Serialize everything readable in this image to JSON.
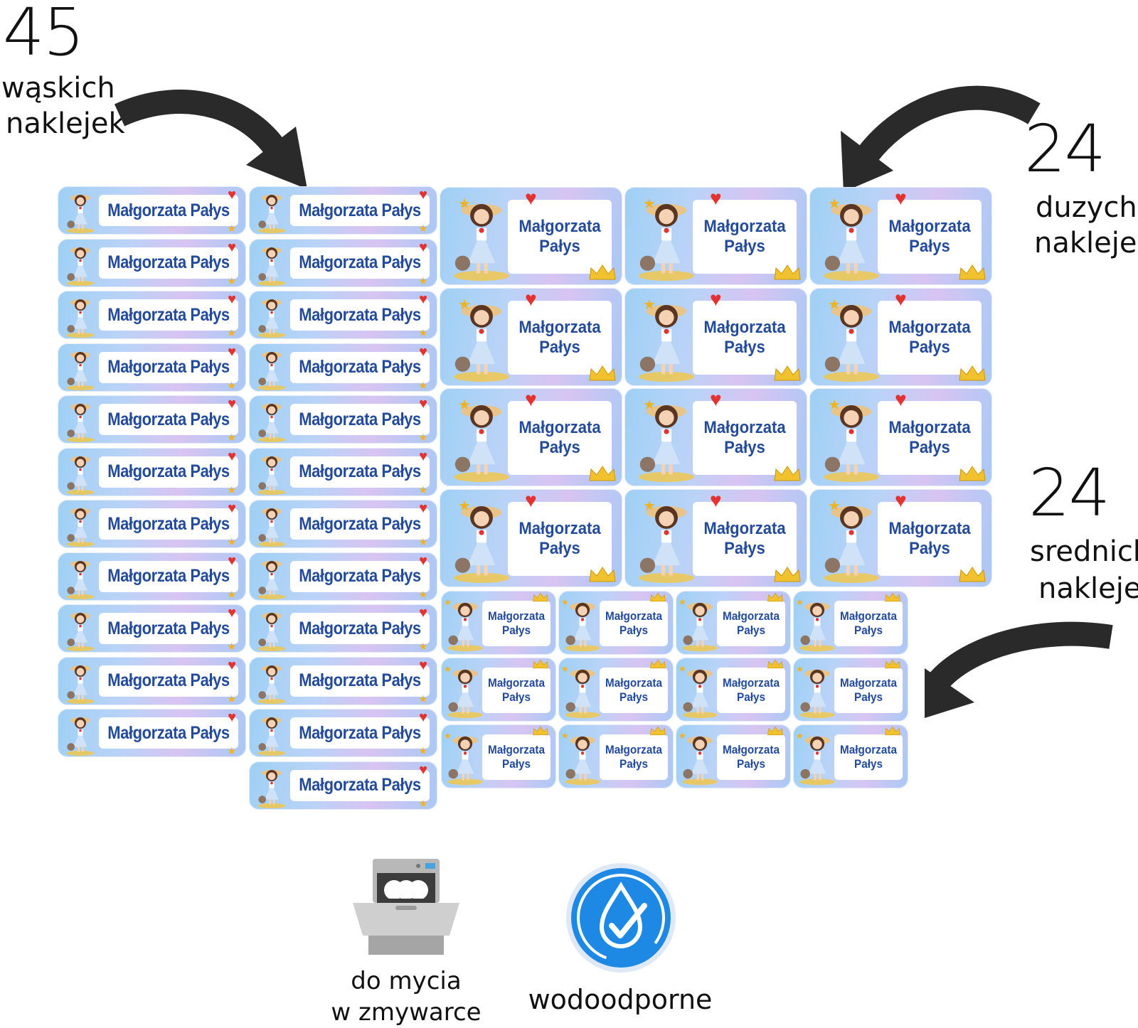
{
  "annotations": {
    "narrow": {
      "count": "45",
      "line1": "wąskich",
      "line2": "naklejek"
    },
    "large": {
      "count": "24",
      "line1": "duzych",
      "line2": "naklejek"
    },
    "medium": {
      "count": "24",
      "line1": "srednich",
      "line2": "naklejek"
    }
  },
  "sticker_name": {
    "single_line": "Małgorzata Pałys",
    "line1": "Małgorzata",
    "line2": "Pałys"
  },
  "features": {
    "dishwasher": {
      "line1": "do mycia",
      "line2": "w zmywarce",
      "icon": "dishwasher-icon"
    },
    "waterproof": {
      "label": "wodoodporne",
      "icon": "water-drop-check-icon"
    }
  },
  "colors": {
    "name_text": "#244a9a",
    "heart": "#e3322f",
    "star": "#f2b21d",
    "waterproof_blue": "#1e88e5"
  }
}
